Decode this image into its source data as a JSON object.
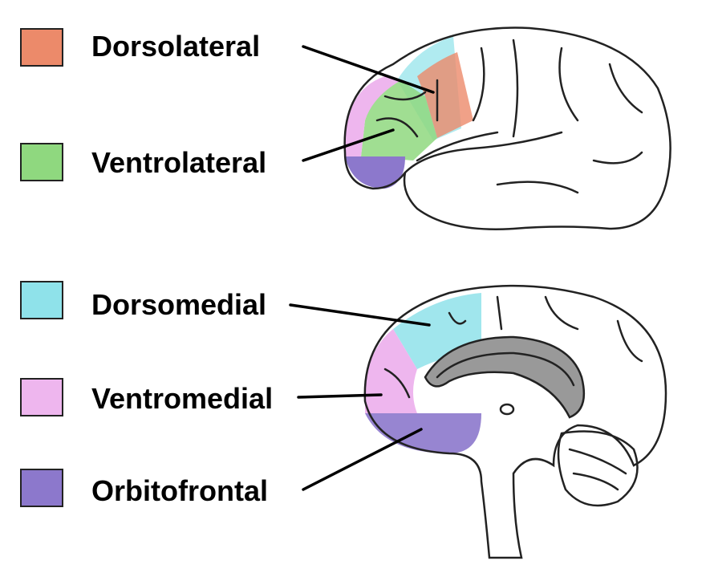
{
  "legend": [
    {
      "label": "Dorsolateral",
      "color": "#ec8a6a"
    },
    {
      "label": "Ventrolateral",
      "color": "#8fd87f"
    },
    {
      "label": "Dorsomedial",
      "color": "#8fe2ea"
    },
    {
      "label": "Ventromedial",
      "color": "#eeb6ee"
    },
    {
      "label": "Orbitofrontal",
      "color": "#8c78cc"
    }
  ]
}
